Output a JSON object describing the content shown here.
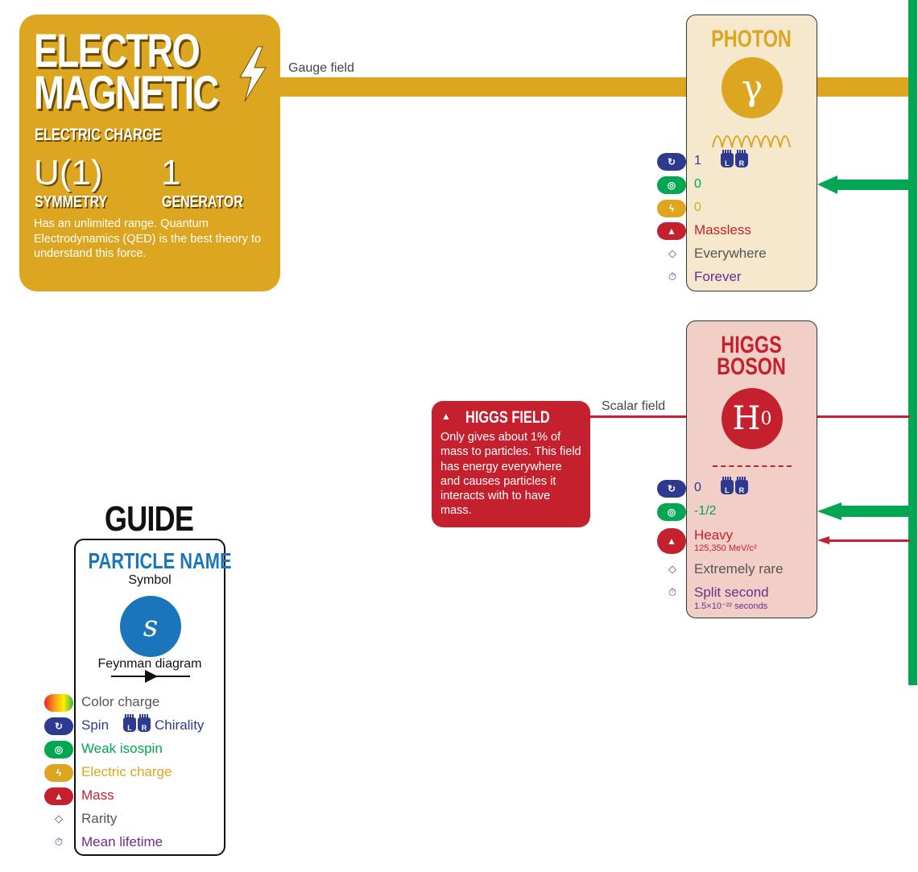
{
  "colors": {
    "em_gold": "#dca620",
    "photon_bg": "#f6e8cd",
    "higgs_bg": "#f1cfc6",
    "higgs_red": "#c4202e",
    "weak_green": "#00a651",
    "spin_blue": "#2c3a8f",
    "lifetime_purple": "#6a2c91",
    "guide_blue": "#1a75bb"
  },
  "em_card": {
    "title_line1": "ELECTRO",
    "title_line2": "MAGNETIC",
    "subtitle": "ELECTRIC CHARGE",
    "symmetry_value": "U(1)",
    "symmetry_label": "SYMMETRY",
    "generator_value": "1",
    "generator_label": "GENERATOR",
    "description": "Has an unlimited range. Quantum Electrodynamics (QED) is the best theory to understand this force."
  },
  "gauge_field_label": "Gauge field",
  "scalar_field_label": "Scalar field",
  "photon": {
    "name": "PHOTON",
    "symbol": "γ",
    "spin": "1",
    "weak_isospin": "0",
    "electric_charge": "0",
    "mass": "Massless",
    "rarity": "Everywhere",
    "lifetime": "Forever"
  },
  "higgs_field": {
    "title": "HIGGS FIELD",
    "description": "Only gives about 1% of mass to particles. This field has energy everywhere and causes particles it interacts with to have mass."
  },
  "higgs": {
    "name_line1": "HIGGS",
    "name_line2": "BOSON",
    "symbol": "H",
    "symbol_sup": "0",
    "spin": "0",
    "weak_isospin": "-1/2",
    "mass": "Heavy",
    "mass_detail": "125,350 MeV/c²",
    "rarity": "Extremely rare",
    "lifetime": "Split second",
    "lifetime_detail": "1.5×10⁻²² seconds"
  },
  "guide": {
    "title": "GUIDE",
    "particle_name": "PARTICLE NAME",
    "symbol_label": "Symbol",
    "symbol": "s",
    "feynman_label": "Feynman diagram",
    "color_charge": "Color charge",
    "spin": "Spin",
    "chirality": "Chirality",
    "weak_isospin": "Weak isospin",
    "electric_charge": "Electric charge",
    "mass": "Mass",
    "rarity": "Rarity",
    "mean_lifetime": "Mean lifetime"
  },
  "icons": {
    "spin": "spin-icon",
    "isospin": "weak-isospin-icon",
    "charge": "lightning-icon",
    "mass": "weight-icon",
    "rarity": "diamond-icon",
    "lifetime": "stopwatch-icon",
    "chirality": "hands-icon"
  }
}
